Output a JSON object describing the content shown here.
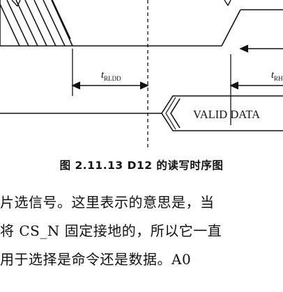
{
  "figure": {
    "label_rldd": "t",
    "label_rldd_sub": "RLDD",
    "label_rh": "t",
    "label_rh_sub": "RH",
    "bus_label": "VALID DATA"
  },
  "caption": "图 2.11.13   D12 的读写时序图",
  "body_lines": [
    "片选信号。这里表示的意思是，当",
    "将 CS_N 固定接地的，所以它一直",
    "用于选择是命令还是数据。A0"
  ]
}
